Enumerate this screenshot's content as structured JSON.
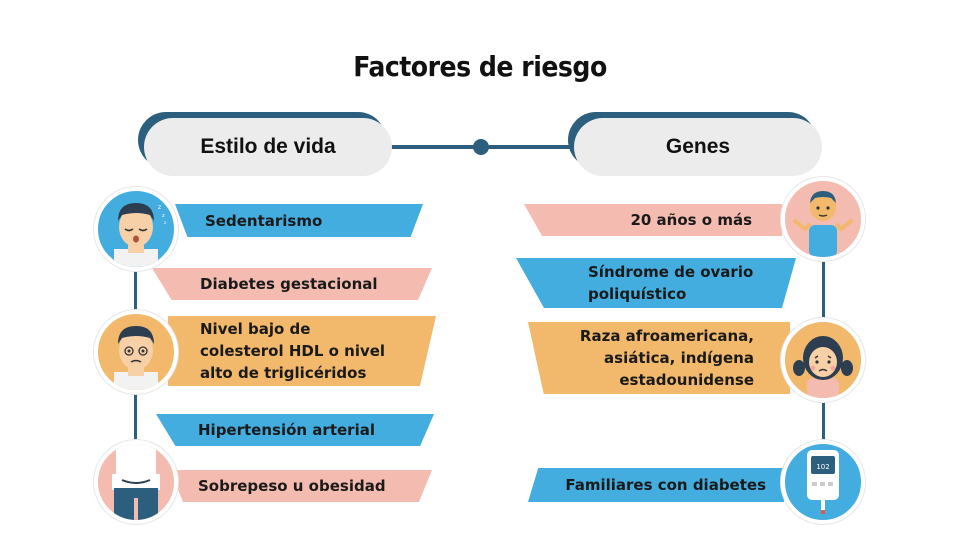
{
  "title": "Factores de riesgo",
  "left_header": "Estilo de vida",
  "right_header": "Genes",
  "left_items": [
    "Sedentarismo",
    "Diabetes gestacional",
    "Nivel bajo de colesterol HDL o nivel alto de triglicéridos",
    "Hipertensión arterial",
    "Sobrepeso u obesidad"
  ],
  "right_items": [
    "20 años o más",
    "Síndrome de ovario poliquístico",
    "Raza afroamericana, asiática, indígena estadounidense",
    "Familiares con diabetes"
  ],
  "meter_reading": "102",
  "colors": {
    "dark_blue": "#2c5f7e",
    "blue": "#43ade0",
    "pink": "#f4bbb0",
    "orange": "#f2b86b",
    "pill_gray": "#ececec"
  },
  "icons": [
    "sleeping-man-icon",
    "dizzy-man-icon",
    "obese-body-icon",
    "young-person-icon",
    "worried-girl-icon",
    "glucose-meter-icon"
  ]
}
